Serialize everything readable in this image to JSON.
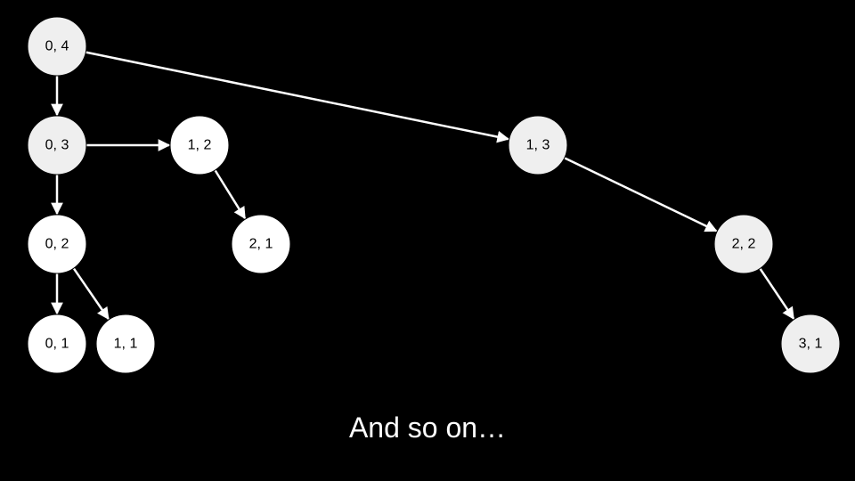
{
  "colors": {
    "background": "#000000",
    "node_shaded": "#efefef",
    "node_plain": "#ffffff",
    "node_text": "#000000",
    "edge": "#ffffff",
    "caption": "#ffffff"
  },
  "nodes": [
    {
      "id": "n04",
      "label": "0, 4",
      "shaded": true
    },
    {
      "id": "n03",
      "label": "0, 3",
      "shaded": true
    },
    {
      "id": "n12a",
      "label": "1, 2",
      "shaded": false
    },
    {
      "id": "n02",
      "label": "0, 2",
      "shaded": false
    },
    {
      "id": "n21",
      "label": "2, 1",
      "shaded": false
    },
    {
      "id": "n01",
      "label": "0, 1",
      "shaded": false
    },
    {
      "id": "n11",
      "label": "1, 1",
      "shaded": false
    },
    {
      "id": "n13",
      "label": "1, 3",
      "shaded": true
    },
    {
      "id": "n22",
      "label": "2, 2",
      "shaded": true
    },
    {
      "id": "n31",
      "label": "3, 1",
      "shaded": true
    }
  ],
  "edges": [
    {
      "from": "n04",
      "to": "n03"
    },
    {
      "from": "n04",
      "to": "n13"
    },
    {
      "from": "n03",
      "to": "n12a"
    },
    {
      "from": "n03",
      "to": "n02"
    },
    {
      "from": "n12a",
      "to": "n21"
    },
    {
      "from": "n02",
      "to": "n01"
    },
    {
      "from": "n02",
      "to": "n11"
    },
    {
      "from": "n13",
      "to": "n22"
    },
    {
      "from": "n22",
      "to": "n31"
    }
  ],
  "caption": "And so on…"
}
